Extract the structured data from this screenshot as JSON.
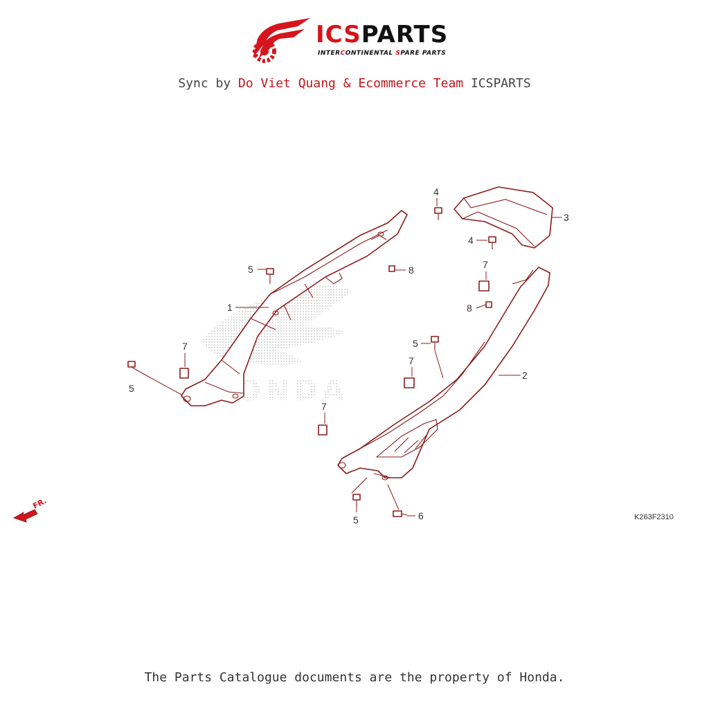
{
  "header": {
    "brand_part1": "ICS",
    "brand_part2": "PARTS",
    "tagline_parts": [
      "INTER",
      "C",
      "ONTINENTAL ",
      "S",
      "PARE PARTS"
    ],
    "sync_prefix": "Sync by ",
    "sync_team": "Do Viet Quang & Ecommerce Team",
    "sync_suffix": " ICSPARTS"
  },
  "diagram": {
    "watermark_text": "HONDA",
    "front_label": "FR.",
    "reference_code": "K263F2310",
    "callouts": [
      {
        "id": "c1",
        "label": "1"
      },
      {
        "id": "c2",
        "label": "2"
      },
      {
        "id": "c3",
        "label": "3"
      },
      {
        "id": "c4a",
        "label": "4"
      },
      {
        "id": "c4b",
        "label": "4"
      },
      {
        "id": "c5a",
        "label": "5"
      },
      {
        "id": "c5b",
        "label": "5"
      },
      {
        "id": "c5c",
        "label": "5"
      },
      {
        "id": "c5d",
        "label": "5"
      },
      {
        "id": "c6",
        "label": "6"
      },
      {
        "id": "c7a",
        "label": "7"
      },
      {
        "id": "c7b",
        "label": "7"
      },
      {
        "id": "c7c",
        "label": "7"
      },
      {
        "id": "c7d",
        "label": "7"
      },
      {
        "id": "c8a",
        "label": "8"
      },
      {
        "id": "c8b",
        "label": "8"
      }
    ]
  },
  "colors": {
    "brand_red": "#d6141c",
    "part_line": "#8a1c1c",
    "watermark": "#cfcfcf"
  },
  "footer": {
    "text": "The Parts Catalogue documents are the property of Honda."
  }
}
